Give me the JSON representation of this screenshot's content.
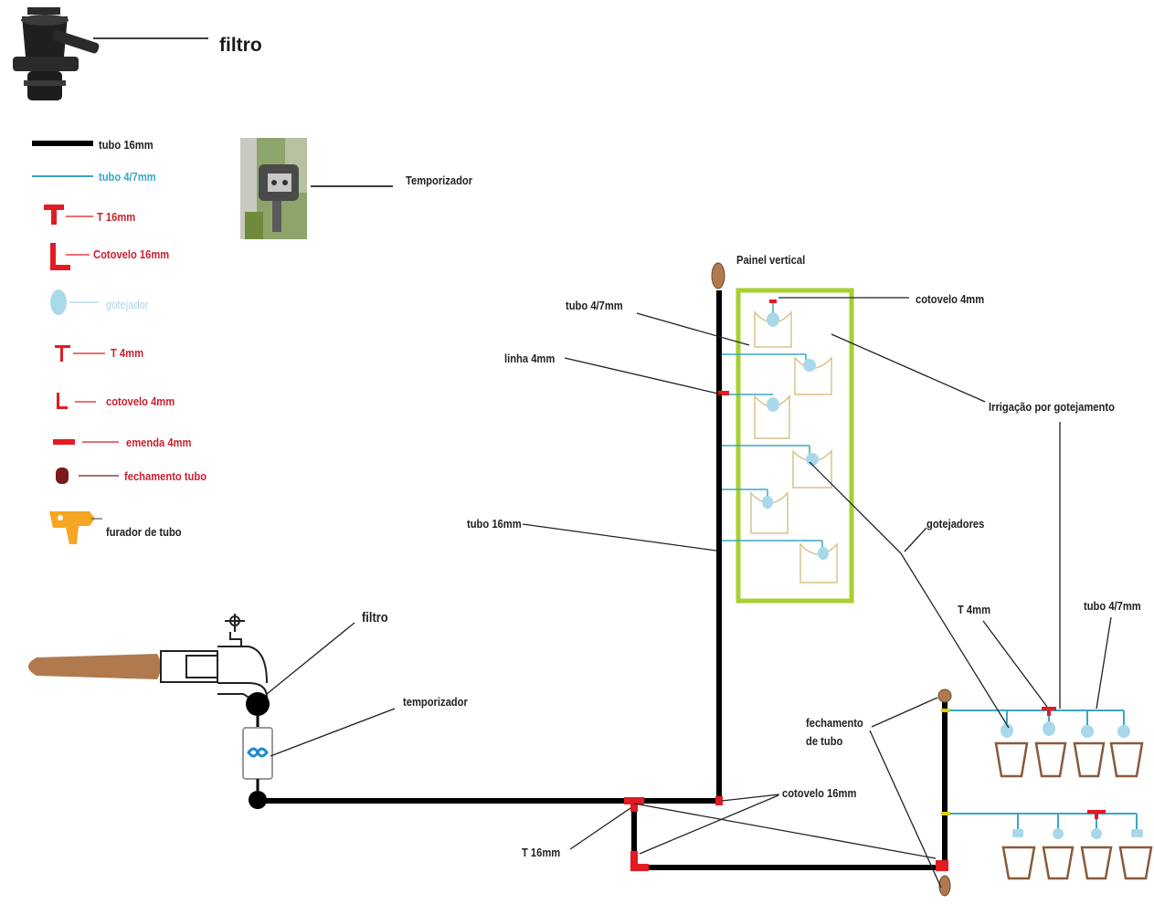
{
  "colors": {
    "tube16": "#000000",
    "tube47": "#3aa7c6",
    "fitting_red": "#e31b23",
    "dripper": "#a8d8ea",
    "cap_brown": "#7a1a1a",
    "panel_green": "#a8d030",
    "hose_brown": "#b07a4e",
    "punch_orange": "#f5a623"
  },
  "icons": [
    "filter-icon",
    "timer-photo",
    "faucet-icon",
    "hole-punch-icon"
  ],
  "header": {
    "filter_label": "filtro"
  },
  "legend": {
    "tubo16": "tubo 16mm",
    "tubo47": "tubo 4/7mm",
    "t16": "T 16mm",
    "cotovelo16": "Cotovelo 16mm",
    "gotejador": "gotejador",
    "t4": "T 4mm",
    "cotovelo4": "cotovelo 4mm",
    "emenda4": "emenda 4mm",
    "fechamento": "fechamento tubo",
    "furador": "furador de tubo"
  },
  "timer_label": "Temporizador",
  "diagram": {
    "painel": "Painel vertical",
    "cotovelo4": "cotovelo 4mm",
    "tubo47_top": "tubo 4/7mm",
    "linha4": "linha 4mm",
    "irrigacao": "Irrigação por gotejamento",
    "tubo16": "tubo 16mm",
    "gotejadores": "gotejadores",
    "t4": "T 4mm",
    "tubo47_right": "tubo 4/7mm",
    "filtro": "filtro",
    "temporizador": "temporizador",
    "fechamento_1": "fechamento",
    "fechamento_2": "de tubo",
    "cotovelo16": "cotovelo 16mm",
    "t16": "T 16mm"
  }
}
